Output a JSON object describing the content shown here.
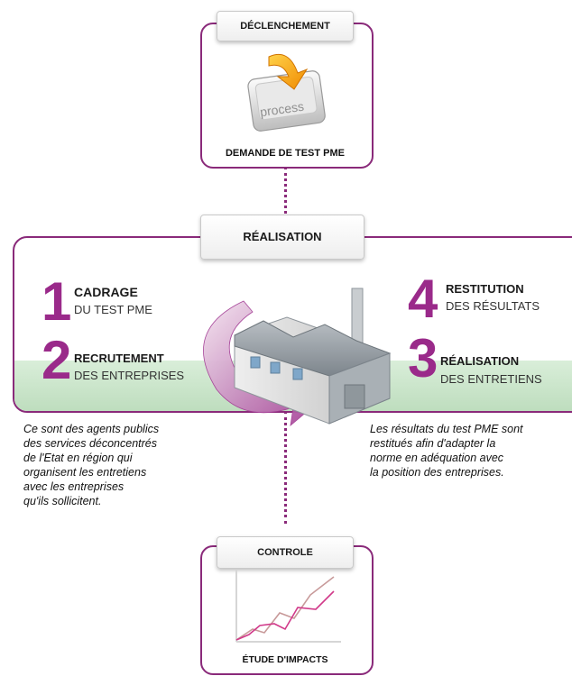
{
  "top": {
    "header": "DÉCLENCHEMENT",
    "icon_label": "process",
    "caption": "DEMANDE DE TEST PME"
  },
  "middle": {
    "header": "RÉALISATION",
    "steps": [
      {
        "num": "1",
        "title": "CADRAGE",
        "sub": "DU TEST PME"
      },
      {
        "num": "2",
        "title": "RECRUTEMENT",
        "sub": "DES ENTREPRISES"
      },
      {
        "num": "3",
        "title": "RÉALISATION",
        "sub": "DES ENTRETIENS"
      },
      {
        "num": "4",
        "title": "RESTITUTION",
        "sub": "DES RÉSULTATS"
      }
    ]
  },
  "notes": {
    "left": "Ce sont des agents publics\ndes services déconcentrés\nde l'Etat en région qui\norganisent les entretiens\navec les entreprises\nqu'ils sollicitent.",
    "right": "Les résultats du test PME sont\nrestitués afin d'adapter la\nnorme en adéquation avec\nla position des entreprises."
  },
  "bottom": {
    "header": "CONTROLE",
    "caption": "ÉTUDE D'IMPACTS"
  },
  "colors": {
    "accent": "#8a2a7a",
    "number": "#9a2a8a",
    "green_band": "#cfe8cf"
  }
}
